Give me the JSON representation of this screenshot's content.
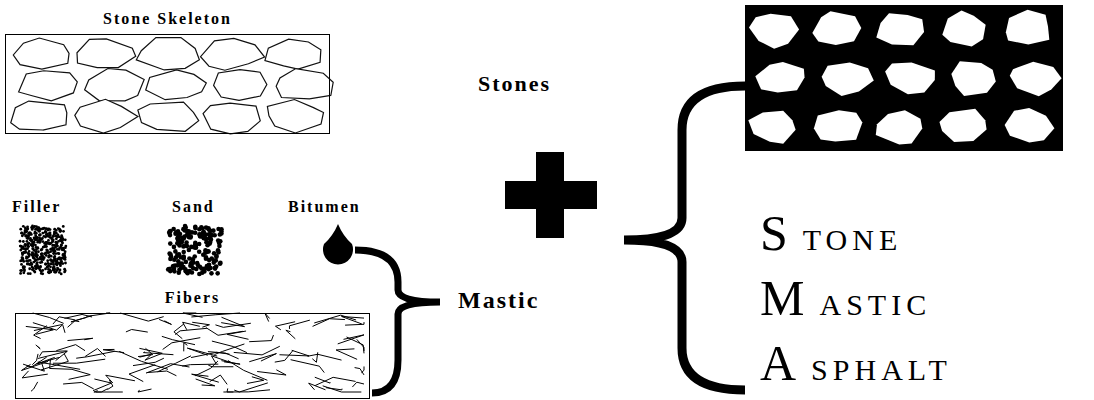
{
  "diagram": {
    "nodes": [
      {
        "text": [
          "Stone Skeleton"
        ]
      },
      {
        "text": [
          "Fibers"
        ]
      }
    ],
    "labels": [
      "Filler",
      "Sand",
      "Bitumen",
      "Mastic",
      "Stones",
      "STONE",
      "MASTIC",
      "ASPHALT"
    ]
  }
}
